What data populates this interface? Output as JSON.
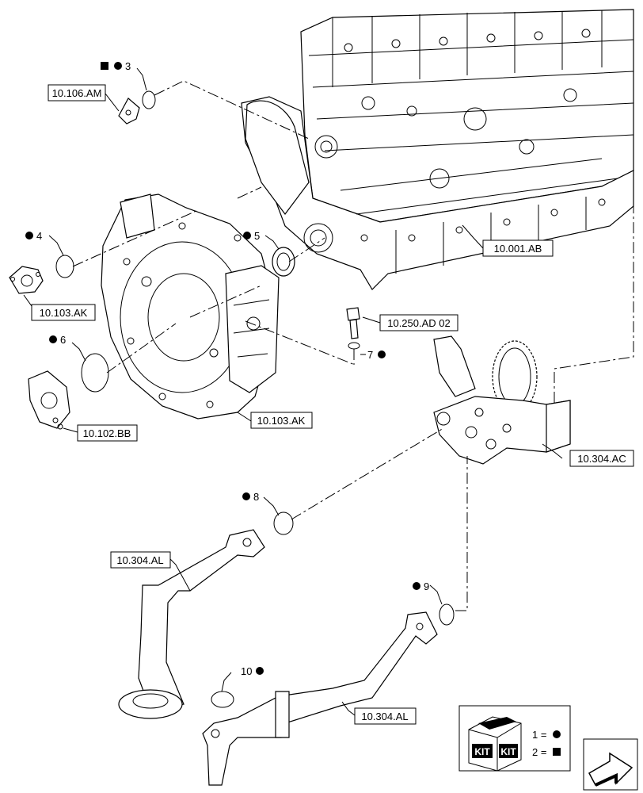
{
  "references": {
    "r_10_106_AM": "10.106.AM",
    "r_10_001_AB": "10.001.AB",
    "r_10_103_AK_left": "10.103.AK",
    "r_10_103_AK_housing": "10.103.AK",
    "r_10_250_AD_02": "10.250.AD 02",
    "r_10_102_BB": "10.102.BB",
    "r_10_304_AC": "10.304.AC",
    "r_10_304_AL_upper": "10.304.AL",
    "r_10_304_AL_lower": "10.304.AL"
  },
  "callouts": {
    "c3": "3",
    "c4": "4",
    "c5": "5",
    "c6": "6",
    "c7": "7",
    "c8": "8",
    "c9": "9",
    "c10": "10"
  },
  "kit_legend": {
    "kit_text": "KIT",
    "item1": "1 =",
    "item2": "2 ="
  }
}
